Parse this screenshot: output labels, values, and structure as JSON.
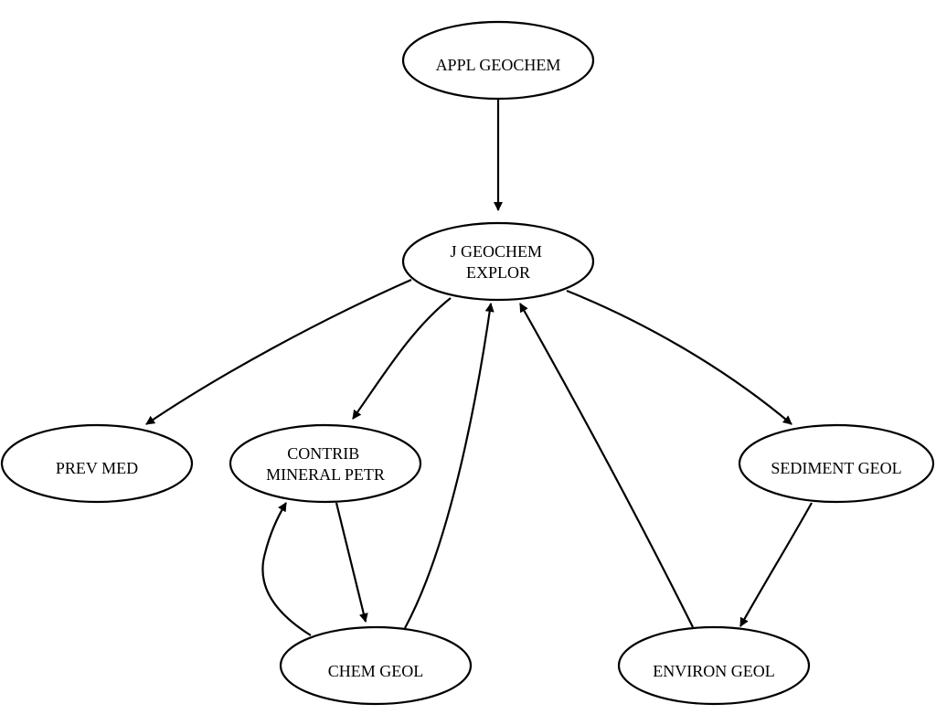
{
  "nodes": [
    {
      "id": "appl-geochem",
      "lines": [
        "APPL GEOCHEM"
      ]
    },
    {
      "id": "j-geochem-explor",
      "lines": [
        "J GEOCHEM",
        "EXPLOR"
      ]
    },
    {
      "id": "prev-med",
      "lines": [
        "PREV MED"
      ]
    },
    {
      "id": "contrib-mineral-petr",
      "lines": [
        "CONTRIB",
        "MINERAL PETR"
      ]
    },
    {
      "id": "sediment-geol",
      "lines": [
        "SEDIMENT GEOL"
      ]
    },
    {
      "id": "chem-geol",
      "lines": [
        "CHEM GEOL"
      ]
    },
    {
      "id": "environ-geol",
      "lines": [
        "ENVIRON GEOL"
      ]
    }
  ],
  "edges": [
    {
      "from": "appl-geochem",
      "to": "j-geochem-explor"
    },
    {
      "from": "j-geochem-explor",
      "to": "prev-med"
    },
    {
      "from": "j-geochem-explor",
      "to": "contrib-mineral-petr"
    },
    {
      "from": "j-geochem-explor",
      "to": "sediment-geol"
    },
    {
      "from": "contrib-mineral-petr",
      "to": "chem-geol"
    },
    {
      "from": "chem-geol",
      "to": "contrib-mineral-petr"
    },
    {
      "from": "chem-geol",
      "to": "j-geochem-explor"
    },
    {
      "from": "environ-geol",
      "to": "j-geochem-explor"
    },
    {
      "from": "sediment-geol",
      "to": "environ-geol"
    }
  ]
}
